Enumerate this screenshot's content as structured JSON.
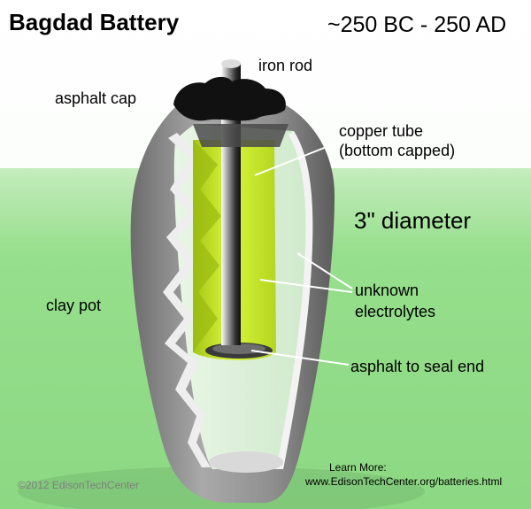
{
  "title": "Bagdad Battery",
  "dates": "~250 BC - 250 AD",
  "labels": {
    "iron_rod": "iron rod",
    "asphalt_cap": "asphalt cap",
    "copper_tube_line1": "copper tube",
    "copper_tube_line2": "(bottom capped)",
    "diameter": "3\" diameter",
    "electrolytes_line1": "unknown",
    "electrolytes_line2": "electrolytes",
    "clay_pot": "clay pot",
    "asphalt_seal": "asphalt to seal end"
  },
  "footer": {
    "learn_more": "Learn More:",
    "url": "www.EdisonTechCenter.org/batteries.html",
    "copyright": "©2012 EdisonTechCenter"
  },
  "colors": {
    "sky": "#ffffff",
    "grass": "#8ddc85",
    "clay": "#8b8b8b",
    "clay_inner": "#dcdcdc",
    "copper_yellow": "#c8ea2a",
    "iron": "#5a5a5a",
    "asphalt": "#1a1a1a"
  }
}
